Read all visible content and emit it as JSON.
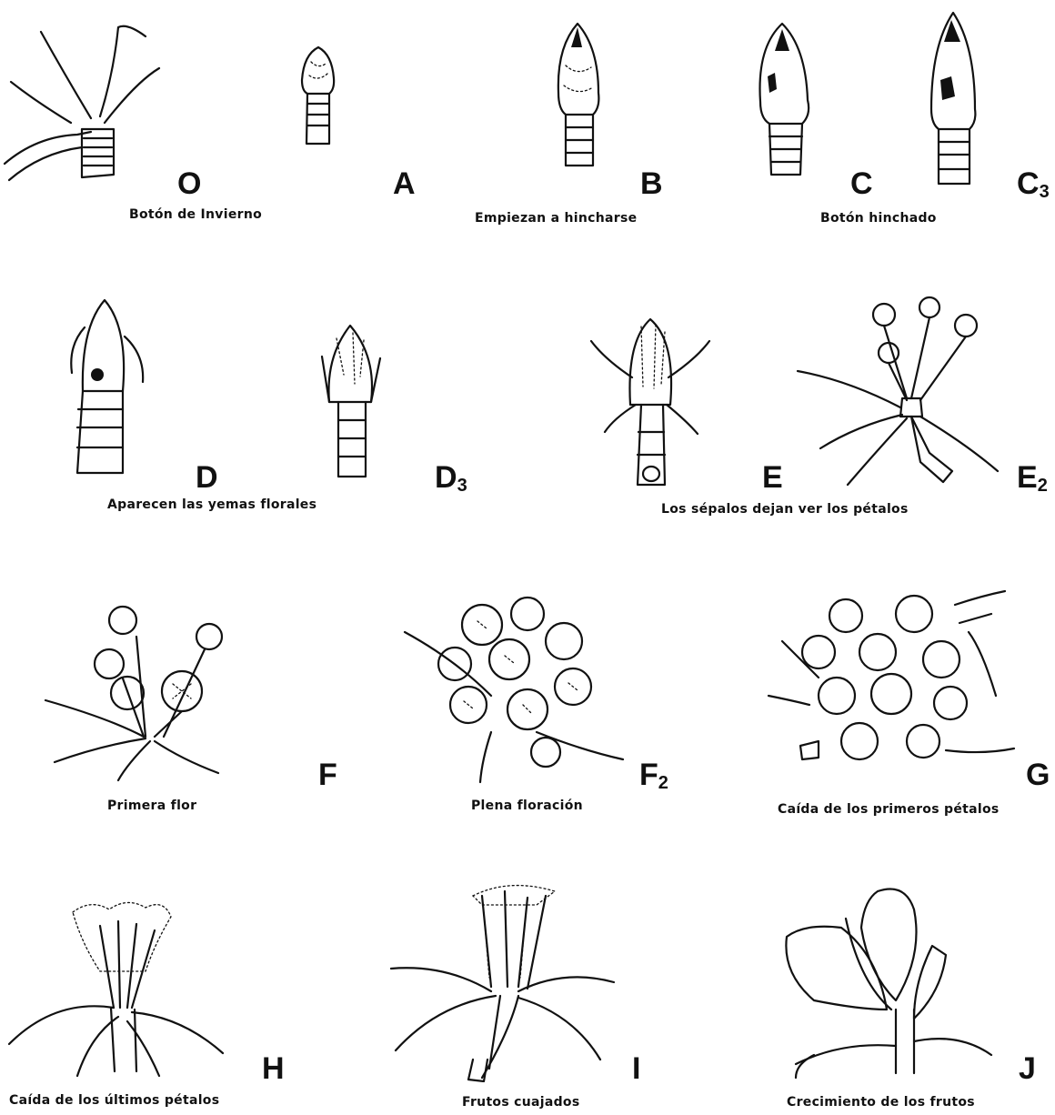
{
  "stages": [
    {
      "id": "O",
      "letter": "O",
      "sub": ""
    },
    {
      "id": "A",
      "letter": "A",
      "sub": ""
    },
    {
      "id": "B",
      "letter": "B",
      "sub": ""
    },
    {
      "id": "C",
      "letter": "C",
      "sub": ""
    },
    {
      "id": "C3",
      "letter": "C",
      "sub": "3"
    },
    {
      "id": "D",
      "letter": "D",
      "sub": ""
    },
    {
      "id": "D3",
      "letter": "D",
      "sub": "3"
    },
    {
      "id": "E",
      "letter": "E",
      "sub": ""
    },
    {
      "id": "E2",
      "letter": "E",
      "sub": "2"
    },
    {
      "id": "F",
      "letter": "F",
      "sub": ""
    },
    {
      "id": "F2",
      "letter": "F",
      "sub": "2"
    },
    {
      "id": "G",
      "letter": "G",
      "sub": ""
    },
    {
      "id": "H",
      "letter": "H",
      "sub": ""
    },
    {
      "id": "I",
      "letter": "I",
      "sub": ""
    },
    {
      "id": "J",
      "letter": "J",
      "sub": ""
    }
  ],
  "captions": {
    "winter_bud": "Botón de Invierno",
    "begin_swelling": "Empiezan a hincharse",
    "swollen_bud": "Botón hinchado",
    "flower_buds_appear": "Aparecen las yemas florales",
    "sepals_show_petals": "Los sépalos dejan ver los pétalos",
    "first_flower": "Primera flor",
    "full_bloom": "Plena floración",
    "first_petals_fall": "Caída de los primeros  pétalos",
    "last_petals_fall": "Caída de los últimos  pétalos",
    "fruit_set": "Frutos  cuajados",
    "fruit_growth": "Crecimiento de los frutos"
  }
}
